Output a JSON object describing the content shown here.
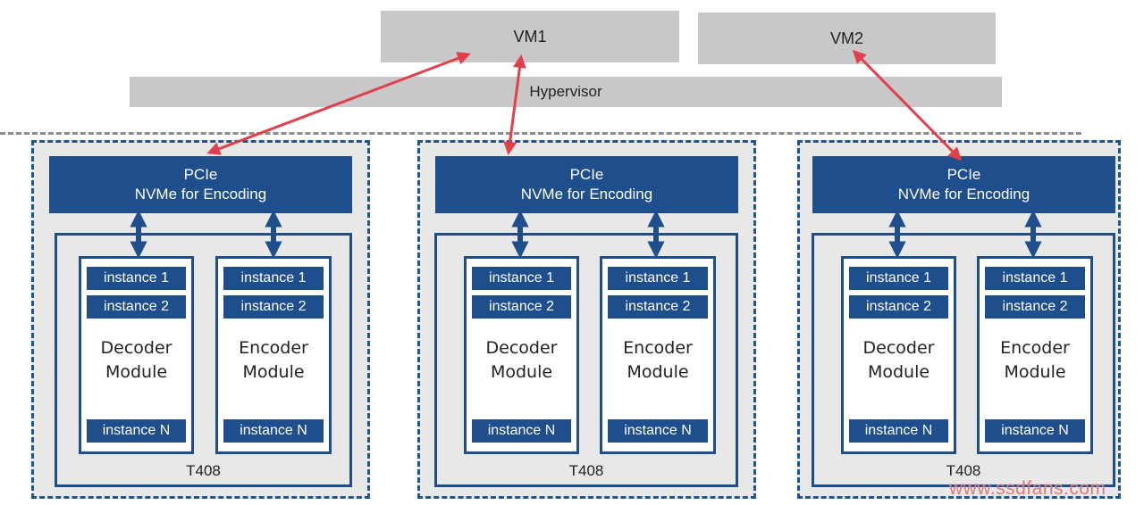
{
  "vms": [
    {
      "label": "VM1"
    },
    {
      "label": "VM2"
    }
  ],
  "hypervisor": {
    "label": "Hypervisor"
  },
  "cards": [
    {
      "pcie_line1": "PCIe",
      "pcie_line2": "NVMe for Encoding",
      "decoder": {
        "inst1": "instance 1",
        "inst2": "instance 2",
        "line1": "Decoder",
        "line2": "Module",
        "instN": "instance N"
      },
      "encoder": {
        "inst1": "instance 1",
        "inst2": "instance 2",
        "line1": "Encoder",
        "line2": "Module",
        "instN": "instance N"
      },
      "chip": "T408"
    },
    {
      "pcie_line1": "PCIe",
      "pcie_line2": "NVMe for Encoding",
      "decoder": {
        "inst1": "instance 1",
        "inst2": "instance 2",
        "line1": "Decoder",
        "line2": "Module",
        "instN": "instance N"
      },
      "encoder": {
        "inst1": "instance 1",
        "inst2": "instance 2",
        "line1": "Encoder",
        "line2": "Module",
        "instN": "instance N"
      },
      "chip": "T408"
    },
    {
      "pcie_line1": "PCIe",
      "pcie_line2": "NVMe for Encoding",
      "decoder": {
        "inst1": "instance 1",
        "inst2": "instance 2",
        "line1": "Decoder",
        "line2": "Module",
        "instN": "instance N"
      },
      "encoder": {
        "inst1": "instance 1",
        "inst2": "instance 2",
        "line1": "Encoder",
        "line2": "Module",
        "instN": "instance N"
      },
      "chip": "T408"
    }
  ],
  "watermark": "www.ssdfans.com",
  "colors": {
    "dark_blue": "#1f4e8c",
    "red_arrow": "#e0404a",
    "grey_bar": "#c8c8c8",
    "card_bg": "#e8e8e8"
  }
}
